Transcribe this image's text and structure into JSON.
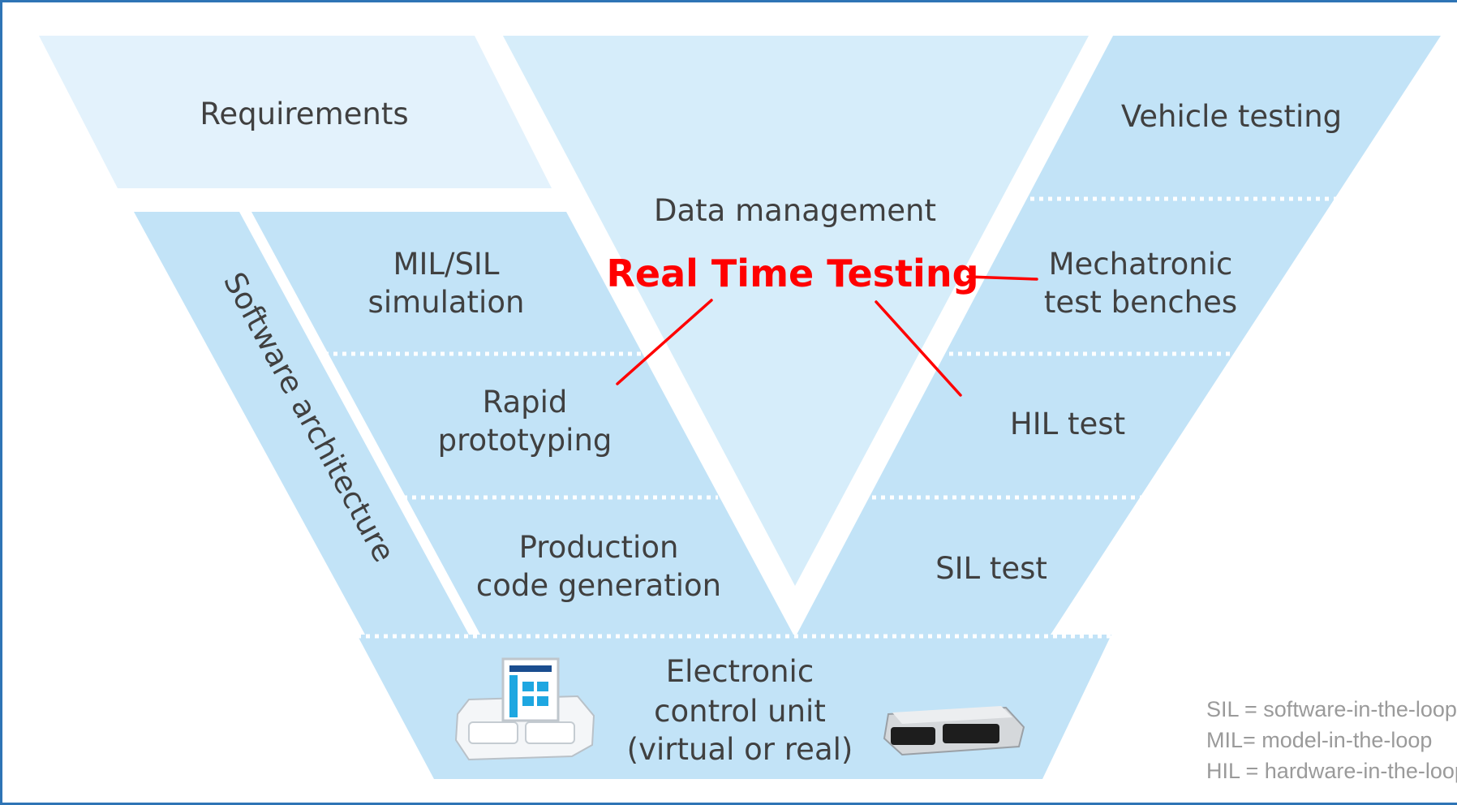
{
  "labels": {
    "requirements": "Requirements",
    "vehicle_testing": "Vehicle testing",
    "data_management": "Data management",
    "software_architecture": "Software architecture",
    "mil_sil_1": "MIL/SIL",
    "mil_sil_2": "simulation",
    "rapid_1": "Rapid",
    "rapid_2": "prototyping",
    "production_1": "Production",
    "production_2": "code generation",
    "mechatronic_1": "Mechatronic",
    "mechatronic_2": "test benches",
    "hil_test": "HIL test",
    "sil_test": "SIL test",
    "ecu_1": "Electronic",
    "ecu_2": "control unit",
    "ecu_3": "(virtual or real)"
  },
  "annotation": {
    "text": "Real Time Testing",
    "color": "#ff0000"
  },
  "legend": [
    "SIL = software-in-the-loop",
    "MIL= model-in-the-loop",
    "HIL = hardware-in-the-loop"
  ],
  "colors": {
    "frame": "#2e74b5",
    "band": "#c2e3f7",
    "center": "#d6edfa",
    "requirements": "#e3f2fc",
    "text": "#404040",
    "legend_text": "#9a9a9a"
  },
  "icons": [
    "virtual-ecu-icon",
    "real-ecu-icon"
  ]
}
